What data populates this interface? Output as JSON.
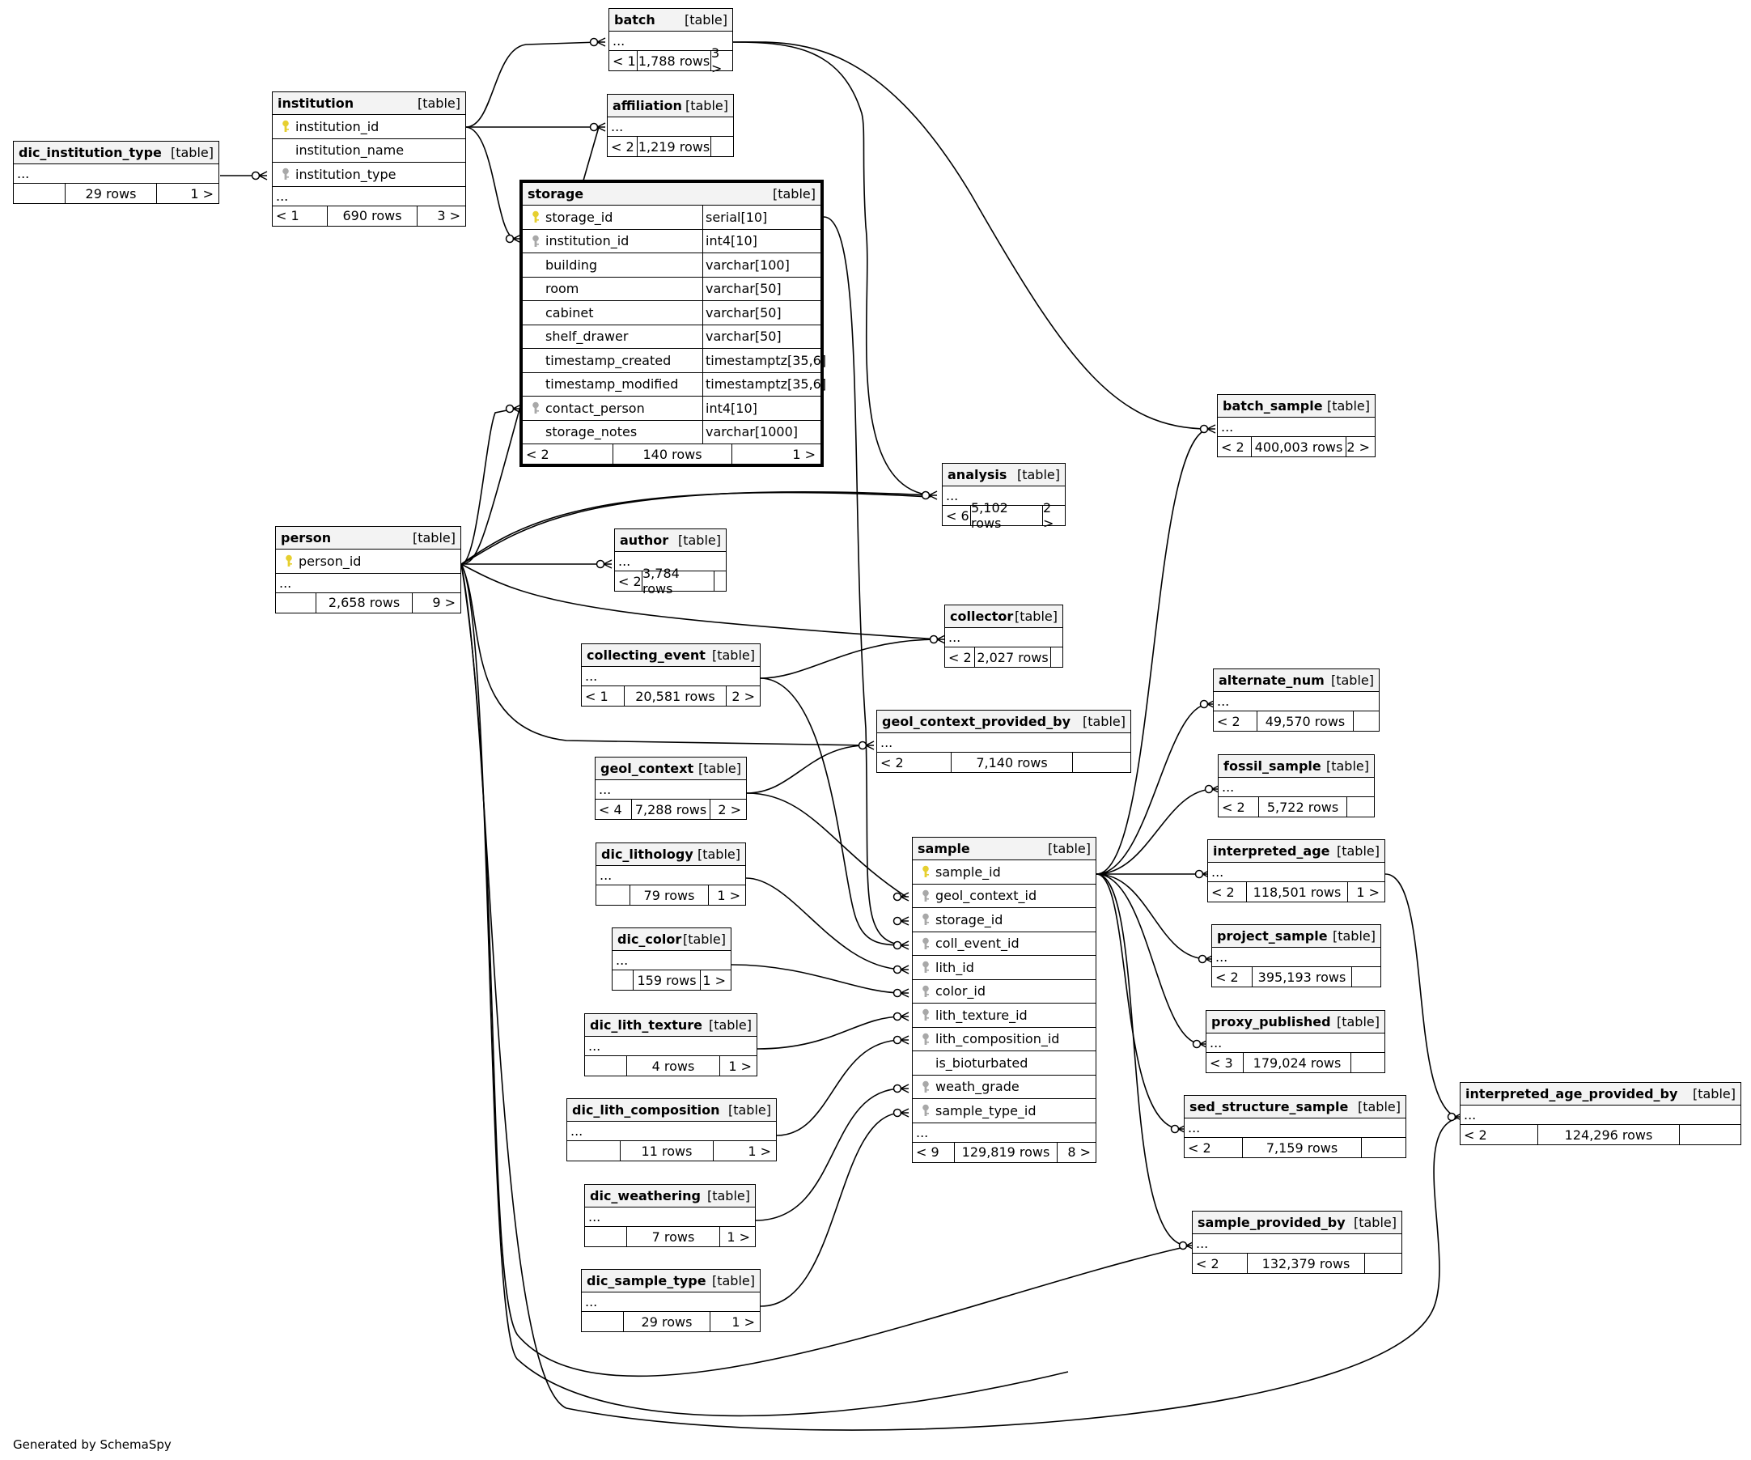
{
  "credit": "Generated by SchemaSpy",
  "colors": {
    "primary_key": "#e6cf2f",
    "foreign_key": "#a8a8a8",
    "header_bg": "#f3f3f3",
    "line": "#000000"
  },
  "table_kind": "[table]",
  "tables": [
    {
      "id": "dic_institution_type",
      "name": "dic_institution_type",
      "columns": [],
      "ellipsis": "...",
      "footer": {
        "prev": "",
        "rows": "29 rows",
        "next": "1 >"
      }
    },
    {
      "id": "institution",
      "name": "institution",
      "columns": [
        {
          "name": "institution_id",
          "key": "pk"
        },
        {
          "name": "institution_name",
          "key": ""
        },
        {
          "name": "institution_type",
          "key": "fk"
        }
      ],
      "ellipsis": "...",
      "footer": {
        "prev": "< 1",
        "rows": "690 rows",
        "next": "3 >"
      }
    },
    {
      "id": "batch",
      "name": "batch",
      "columns": [],
      "ellipsis": "...",
      "footer": {
        "prev": "< 1",
        "rows": "1,788 rows",
        "next": "3 >"
      }
    },
    {
      "id": "affiliation",
      "name": "affiliation",
      "columns": [],
      "ellipsis": "...",
      "footer": {
        "prev": "< 2",
        "rows": "1,219 rows",
        "next": ""
      }
    },
    {
      "id": "storage",
      "name": "storage",
      "columns": [
        {
          "name": "storage_id",
          "key": "pk",
          "type": "serial[10]"
        },
        {
          "name": "institution_id",
          "key": "fk",
          "type": "int4[10]"
        },
        {
          "name": "building",
          "key": "",
          "type": "varchar[100]"
        },
        {
          "name": "room",
          "key": "",
          "type": "varchar[50]"
        },
        {
          "name": "cabinet",
          "key": "",
          "type": "varchar[50]"
        },
        {
          "name": "shelf_drawer",
          "key": "",
          "type": "varchar[50]"
        },
        {
          "name": "timestamp_created",
          "key": "",
          "type": "timestamptz[35,6]"
        },
        {
          "name": "timestamp_modified",
          "key": "",
          "type": "timestamptz[35,6]"
        },
        {
          "name": "contact_person",
          "key": "fk",
          "type": "int4[10]"
        },
        {
          "name": "storage_notes",
          "key": "",
          "type": "varchar[1000]"
        }
      ],
      "ellipsis": "",
      "footer": {
        "prev": "< 2",
        "rows": "140 rows",
        "next": "1 >"
      }
    },
    {
      "id": "batch_sample",
      "name": "batch_sample",
      "columns": [],
      "ellipsis": "...",
      "footer": {
        "prev": "< 2",
        "rows": "400,003 rows",
        "next": "2 >"
      }
    },
    {
      "id": "analysis",
      "name": "analysis",
      "columns": [],
      "ellipsis": "...",
      "footer": {
        "prev": "< 6",
        "rows": "5,102 rows",
        "next": "2 >"
      }
    },
    {
      "id": "person",
      "name": "person",
      "columns": [
        {
          "name": "person_id",
          "key": "pk"
        }
      ],
      "ellipsis": "...",
      "footer": {
        "prev": "",
        "rows": "2,658 rows",
        "next": "9 >"
      }
    },
    {
      "id": "author",
      "name": "author",
      "columns": [],
      "ellipsis": "...",
      "footer": {
        "prev": "< 2",
        "rows": "3,784 rows",
        "next": ""
      }
    },
    {
      "id": "collector",
      "name": "collector",
      "columns": [],
      "ellipsis": "...",
      "footer": {
        "prev": "< 2",
        "rows": "2,027 rows",
        "next": ""
      }
    },
    {
      "id": "collecting_event",
      "name": "collecting_event",
      "columns": [],
      "ellipsis": "...",
      "footer": {
        "prev": "< 1",
        "rows": "20,581 rows",
        "next": "2 >"
      }
    },
    {
      "id": "alternate_num",
      "name": "alternate_num",
      "columns": [],
      "ellipsis": "...",
      "footer": {
        "prev": "< 2",
        "rows": "49,570 rows",
        "next": ""
      }
    },
    {
      "id": "geol_context_provided_by",
      "name": "geol_context_provided_by",
      "columns": [],
      "ellipsis": "...",
      "footer": {
        "prev": "< 2",
        "rows": "7,140 rows",
        "next": ""
      }
    },
    {
      "id": "geol_context",
      "name": "geol_context",
      "columns": [],
      "ellipsis": "...",
      "footer": {
        "prev": "< 4",
        "rows": "7,288 rows",
        "next": "2 >"
      }
    },
    {
      "id": "fossil_sample",
      "name": "fossil_sample",
      "columns": [],
      "ellipsis": "...",
      "footer": {
        "prev": "< 2",
        "rows": "5,722 rows",
        "next": ""
      }
    },
    {
      "id": "dic_lithology",
      "name": "dic_lithology",
      "columns": [],
      "ellipsis": "...",
      "footer": {
        "prev": "",
        "rows": "79 rows",
        "next": "1 >"
      }
    },
    {
      "id": "sample",
      "name": "sample",
      "columns": [
        {
          "name": "sample_id",
          "key": "pk"
        },
        {
          "name": "geol_context_id",
          "key": "fk"
        },
        {
          "name": "storage_id",
          "key": "fk"
        },
        {
          "name": "coll_event_id",
          "key": "fk"
        },
        {
          "name": "lith_id",
          "key": "fk"
        },
        {
          "name": "color_id",
          "key": "fk"
        },
        {
          "name": "lith_texture_id",
          "key": "fk"
        },
        {
          "name": "lith_composition_id",
          "key": "fk"
        },
        {
          "name": "is_bioturbated",
          "key": ""
        },
        {
          "name": "weath_grade",
          "key": "fk"
        },
        {
          "name": "sample_type_id",
          "key": "fk"
        }
      ],
      "ellipsis": "...",
      "footer": {
        "prev": "< 9",
        "rows": "129,819 rows",
        "next": "8 >"
      }
    },
    {
      "id": "interpreted_age",
      "name": "interpreted_age",
      "columns": [],
      "ellipsis": "...",
      "footer": {
        "prev": "< 2",
        "rows": "118,501 rows",
        "next": "1 >"
      }
    },
    {
      "id": "project_sample",
      "name": "project_sample",
      "columns": [],
      "ellipsis": "...",
      "footer": {
        "prev": "< 2",
        "rows": "395,193 rows",
        "next": ""
      }
    },
    {
      "id": "dic_color",
      "name": "dic_color",
      "columns": [],
      "ellipsis": "...",
      "footer": {
        "prev": "",
        "rows": "159 rows",
        "next": "1 >"
      }
    },
    {
      "id": "proxy_published",
      "name": "proxy_published",
      "columns": [],
      "ellipsis": "...",
      "footer": {
        "prev": "< 3",
        "rows": "179,024 rows",
        "next": ""
      }
    },
    {
      "id": "dic_lith_texture",
      "name": "dic_lith_texture",
      "columns": [],
      "ellipsis": "...",
      "footer": {
        "prev": "",
        "rows": "4 rows",
        "next": "1 >"
      }
    },
    {
      "id": "interpreted_age_provided_by",
      "name": "interpreted_age_provided_by",
      "columns": [],
      "ellipsis": "...",
      "footer": {
        "prev": "< 2",
        "rows": "124,296 rows",
        "next": ""
      }
    },
    {
      "id": "sed_structure_sample",
      "name": "sed_structure_sample",
      "columns": [],
      "ellipsis": "...",
      "footer": {
        "prev": "< 2",
        "rows": "7,159 rows",
        "next": ""
      }
    },
    {
      "id": "dic_lith_composition",
      "name": "dic_lith_composition",
      "columns": [],
      "ellipsis": "...",
      "footer": {
        "prev": "",
        "rows": "11 rows",
        "next": "1 >"
      }
    },
    {
      "id": "dic_weathering",
      "name": "dic_weathering",
      "columns": [],
      "ellipsis": "...",
      "footer": {
        "prev": "",
        "rows": "7 rows",
        "next": "1 >"
      }
    },
    {
      "id": "sample_provided_by",
      "name": "sample_provided_by",
      "columns": [],
      "ellipsis": "...",
      "footer": {
        "prev": "< 2",
        "rows": "132,379 rows",
        "next": ""
      }
    },
    {
      "id": "dic_sample_type",
      "name": "dic_sample_type",
      "columns": [],
      "ellipsis": "...",
      "footer": {
        "prev": "",
        "rows": "29 rows",
        "next": "1 >"
      }
    }
  ]
}
